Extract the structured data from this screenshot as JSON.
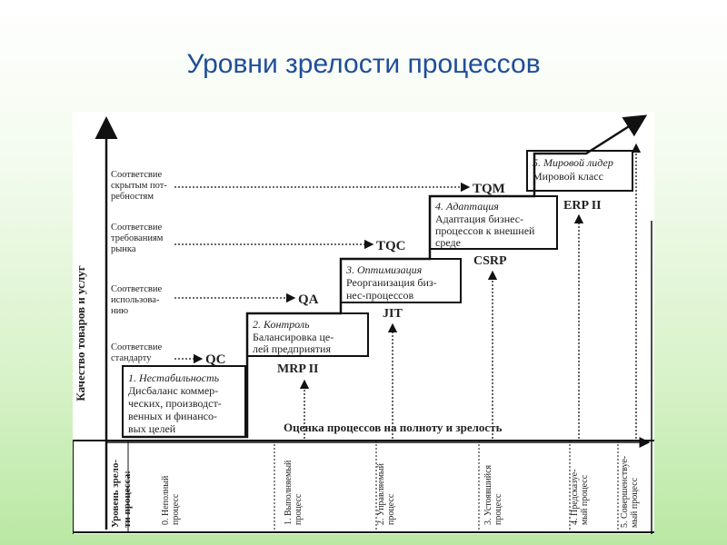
{
  "slide": {
    "title": "Уровни зрелости процессов"
  },
  "diagram": {
    "y_axis_label": "Качество товаров и услуг",
    "bottom_caption": "Оценка процессов на полноту и зрелость",
    "bottom_row_label": [
      "Уровень зрело-",
      "ти процесса:"
    ],
    "steps": [
      {
        "title": "1. Нестабильность",
        "lines": [
          "Дисбаланс коммер-",
          "ческих, производст-",
          "венных и финансо-",
          "вых целей"
        ]
      },
      {
        "title": "2. Контроль",
        "lines": [
          "Балансировка це-",
          "лей предприятия"
        ]
      },
      {
        "title": "3. Оптимизация",
        "lines": [
          "Реорганизация биз-",
          "нес-процессов"
        ]
      },
      {
        "title": "4. Адаптация",
        "lines": [
          "Адаптация бизнес-",
          "процессов к внешней",
          "среде"
        ]
      },
      {
        "title": "5. Мировой лидер",
        "lines": [
          "Мировой класс"
        ]
      }
    ],
    "left_labels": [
      {
        "lines": [
          "Соответсвие",
          "стандарту"
        ],
        "target": "QC"
      },
      {
        "lines": [
          "Соответсвие",
          "использова-",
          "нию"
        ],
        "target": "QA"
      },
      {
        "lines": [
          "Соответсвие",
          "требованиям",
          "рынка"
        ],
        "target": "TQC"
      },
      {
        "lines": [
          "Соответсвие",
          "скрытым пот-",
          "ребностям"
        ],
        "target": "TQM"
      }
    ],
    "methods": [
      "MRP II",
      "JIT",
      "CSRP",
      "ERP II"
    ],
    "levels": [
      [
        "0. Неполный",
        "процесс"
      ],
      [
        "1. Выполняемый",
        "процесс"
      ],
      [
        "2. Управляемый",
        "процесс"
      ],
      [
        "3. Устоявшийся",
        "процесс"
      ],
      [
        "4. Предсказуе-",
        "мый процесс"
      ],
      [
        "5. Совершенствуе-",
        "мый процесс"
      ]
    ]
  }
}
